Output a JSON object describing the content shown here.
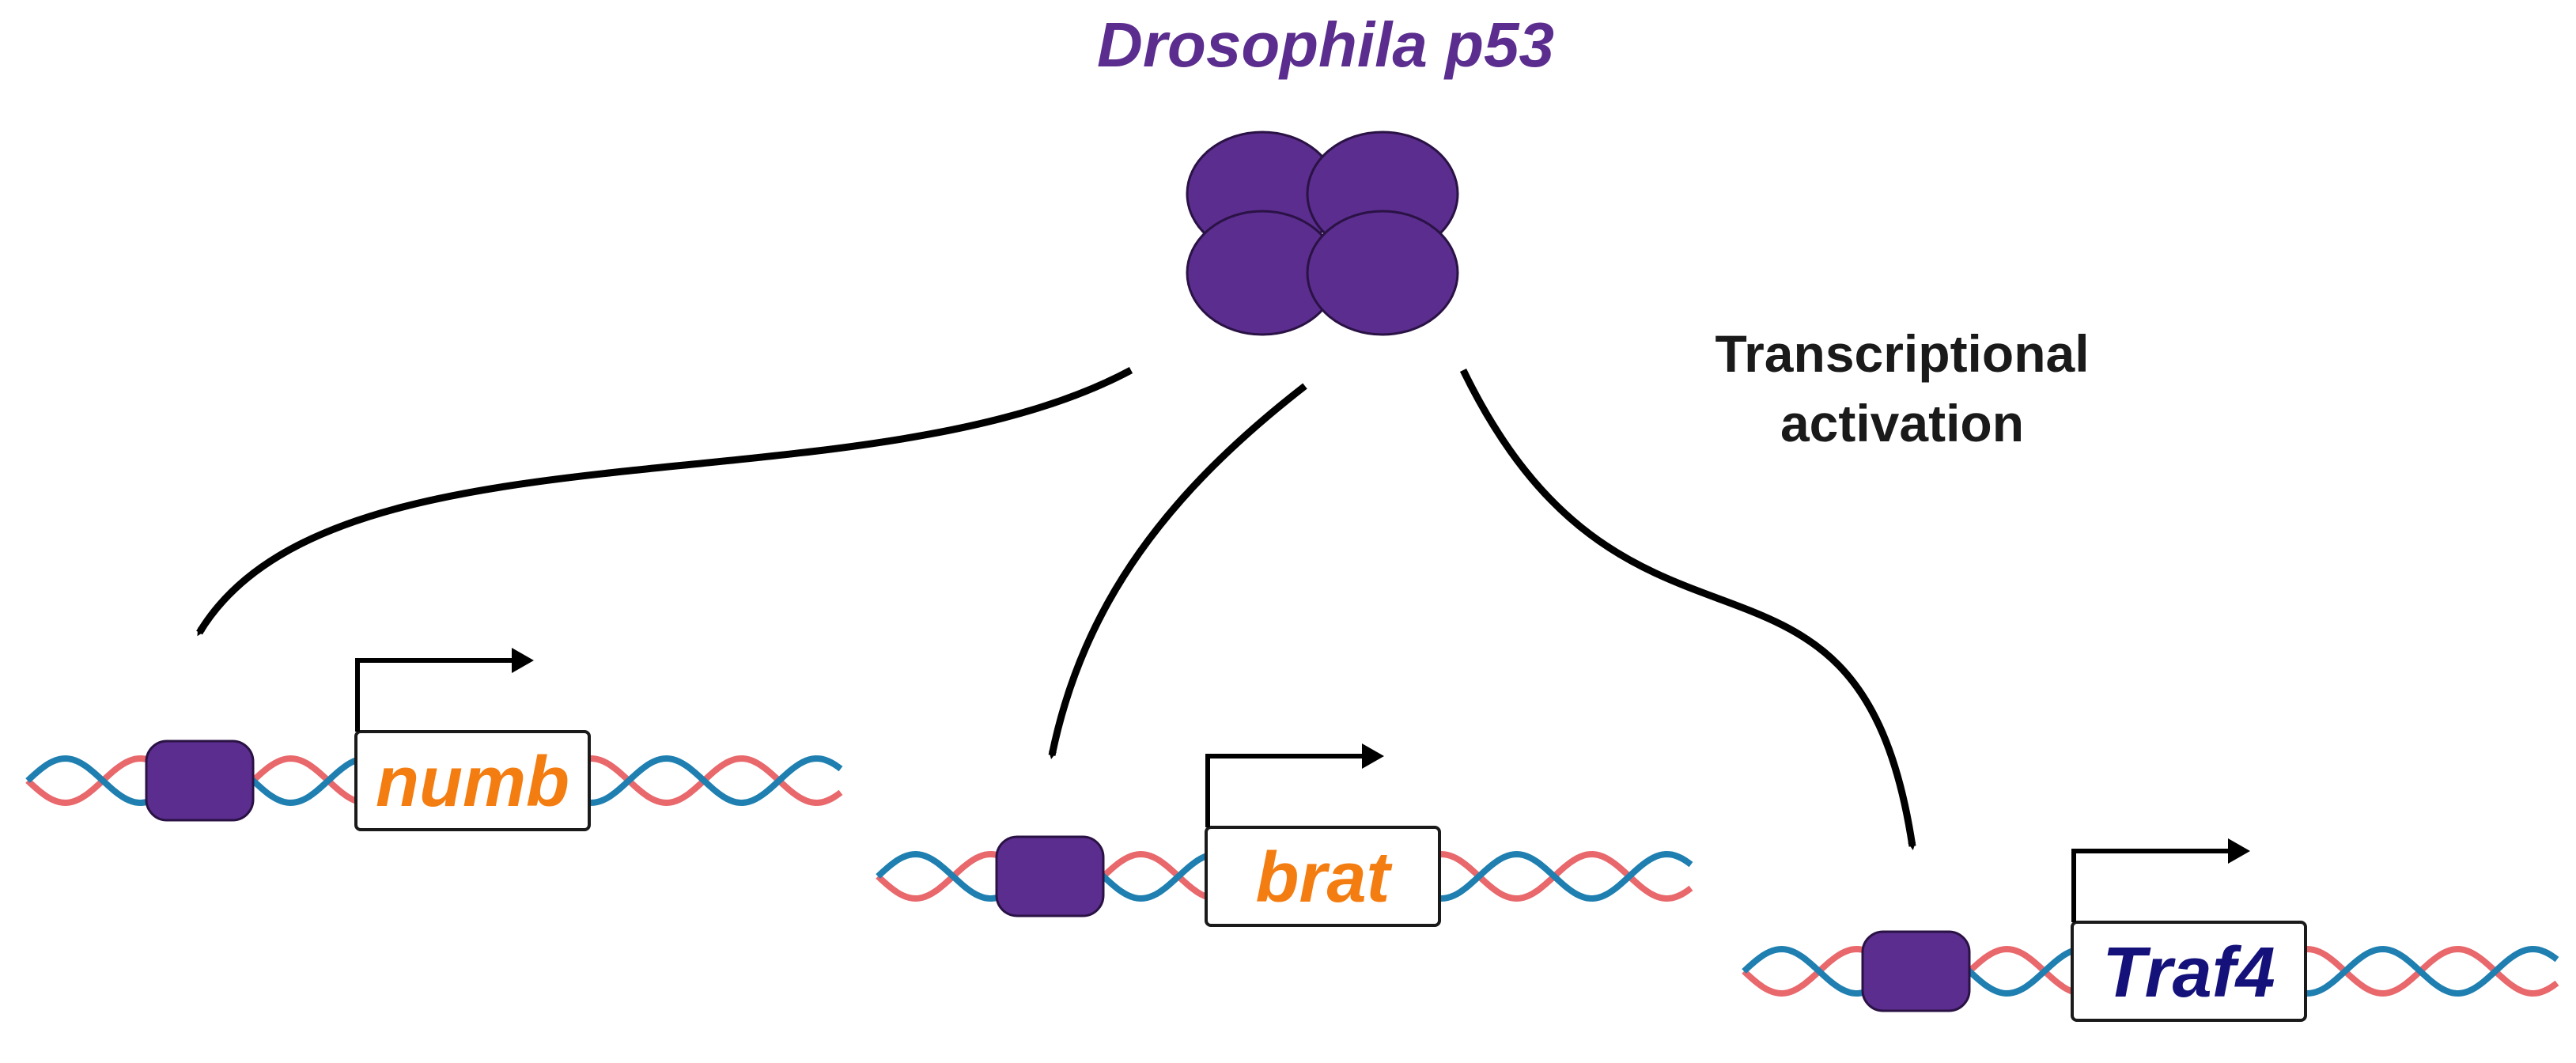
{
  "protein": {
    "name": "Drosophila p53",
    "color": "#5b2d8e"
  },
  "annotation": {
    "line1": "Transcriptional",
    "line2": "activation"
  },
  "dna_colors": {
    "strand_a": "#e8686c",
    "strand_b": "#1f7fb0"
  },
  "arrow_color": "#000000",
  "genes": [
    {
      "name": "numb",
      "color": "#f47d12"
    },
    {
      "name": "brat",
      "color": "#f47d12"
    },
    {
      "name": "Traf4",
      "color": "#14127a"
    }
  ]
}
